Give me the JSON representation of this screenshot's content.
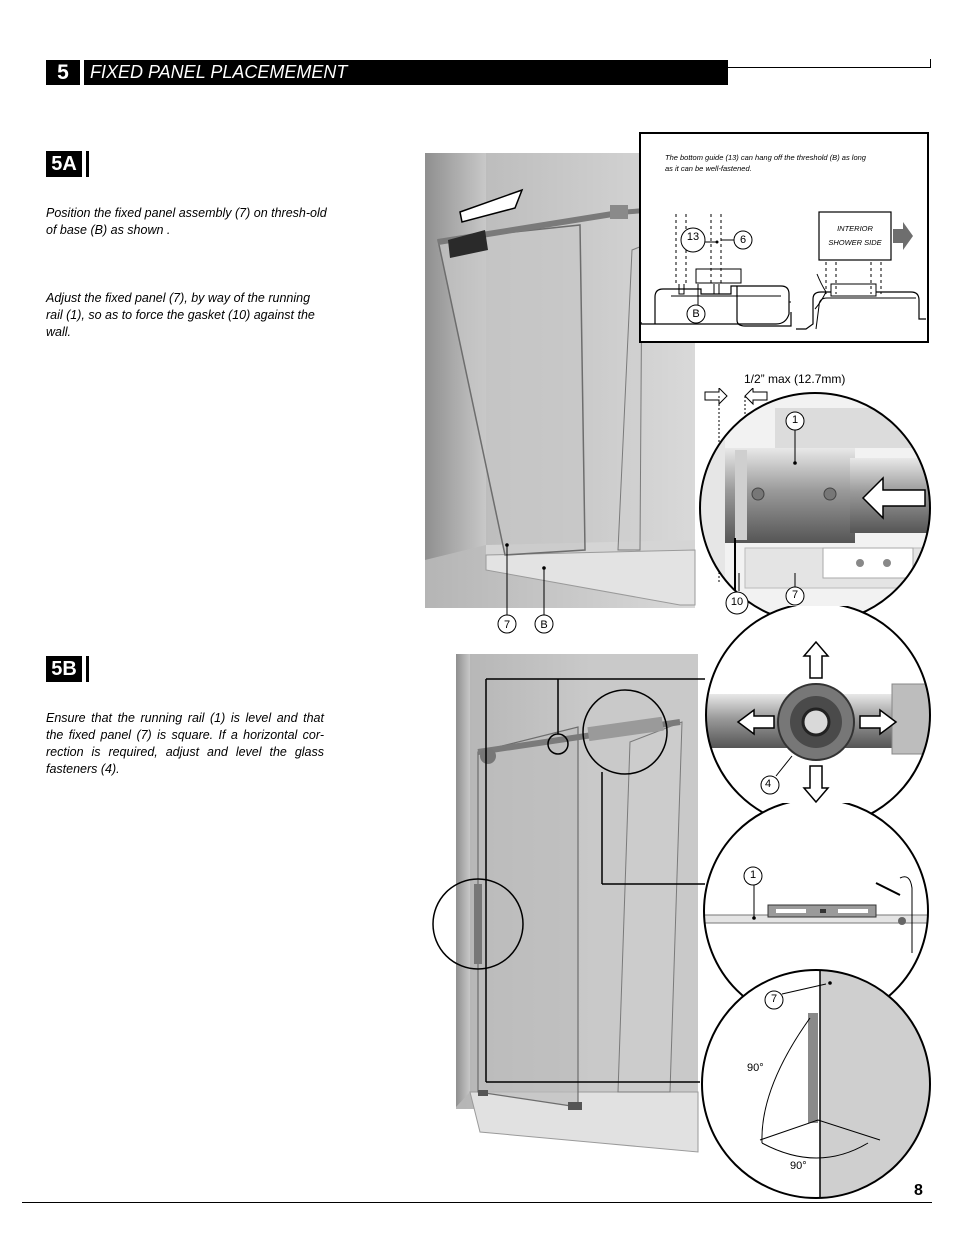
{
  "section": {
    "number": "5",
    "title": "FIXED PANEL PLACEMEMENT"
  },
  "step_5a": {
    "label": "5A",
    "para1": "Position the fixed panel assembly (7) on thresh-old of base (B) as shown .",
    "para2": "Adjust the fixed panel (7), by way of the running rail (1), so as to force the gasket (10) against the wall."
  },
  "step_5b": {
    "label": "5B",
    "para1": "Ensure that the running rail (1) is level and that the fixed panel (7) is square. If a horizontal cor-rection is required, adjust and level the glass fasteners (4)."
  },
  "inset": {
    "note": "The bottom guide (13) can hang off the threshold (B) as long as it can be well-fastened.",
    "interior_line1": "INTERIOR",
    "interior_line2": "SHOWER SIDE",
    "callout_13": "13",
    "callout_6": "6",
    "callout_b": "B"
  },
  "detail_5a": {
    "dimension": "1/2” max (12.7mm)",
    "callout_1": "1",
    "callout_10": "10",
    "callout_7": "7",
    "callout_7b": "7",
    "callout_b": "B"
  },
  "detail_5b": {
    "callout_4": "4",
    "callout_1": "1",
    "callout_7": "7",
    "angle_vertical": "90°",
    "angle_horizontal": "90°"
  },
  "page_number": "8",
  "colors": {
    "black": "#000000",
    "wall": "#a9a9a9",
    "glass": "#bfbfbf",
    "metal": "#8a8a8a"
  }
}
